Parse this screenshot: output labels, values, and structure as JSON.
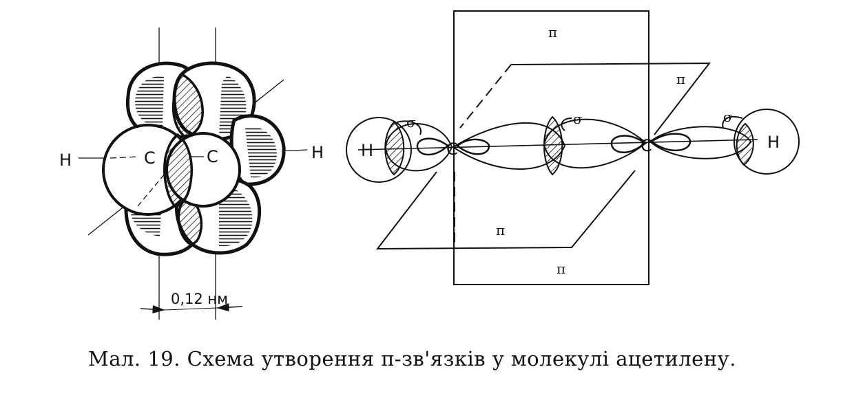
{
  "caption": "Мал. 19. Схема утворення π-зв'язків у молекулі ацетилену.",
  "left_model": {
    "carbon_left": "C",
    "carbon_right": "C",
    "hydrogen_left": "H",
    "hydrogen_right": "H",
    "bond_length": "0,12 нм"
  },
  "right_model": {
    "carbon_left": "C",
    "carbon_right": "C",
    "hydrogen_left": "H",
    "hydrogen_right": "H",
    "sigma_left": "σ",
    "sigma_middle": "σ",
    "sigma_right": "σ",
    "pi_top": "π",
    "pi_diag_upper": "π",
    "pi_diag_lower": "π",
    "pi_bottom": "π"
  }
}
